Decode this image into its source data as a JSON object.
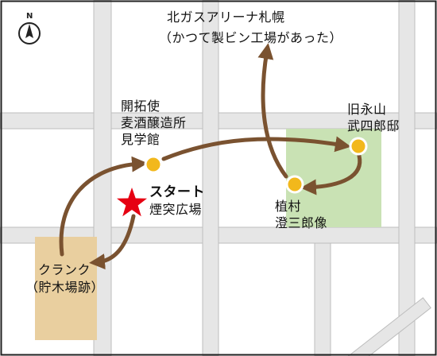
{
  "compass": {
    "letter": "N",
    "icon": "north-arrow-icon"
  },
  "labels": {
    "arena": {
      "line1": "北ガスアリーナ札幌",
      "line2": "（かつて製ビン工場があった）"
    },
    "brewery": {
      "line1": "開拓使",
      "line2": "麦酒醸造所",
      "line3": "見学館"
    },
    "house": {
      "line1": "旧永山",
      "line2": "武四郎邸"
    },
    "start": {
      "title": "スタート",
      "subtitle": "煙突広場"
    },
    "statue": {
      "line1": "植村",
      "line2": "澄三郎像"
    },
    "crank": {
      "line1": "クランク",
      "line2": "（貯木場跡）"
    }
  },
  "colors": {
    "road_fill": "#e6e6e6",
    "road_edge": "#bdbdbd",
    "park": "#c9e2b4",
    "lumberyard": "#e9cf9f",
    "route": "#7a5230",
    "point": "#f2b81c",
    "start_star": "#e60012",
    "frame": "#222222"
  }
}
